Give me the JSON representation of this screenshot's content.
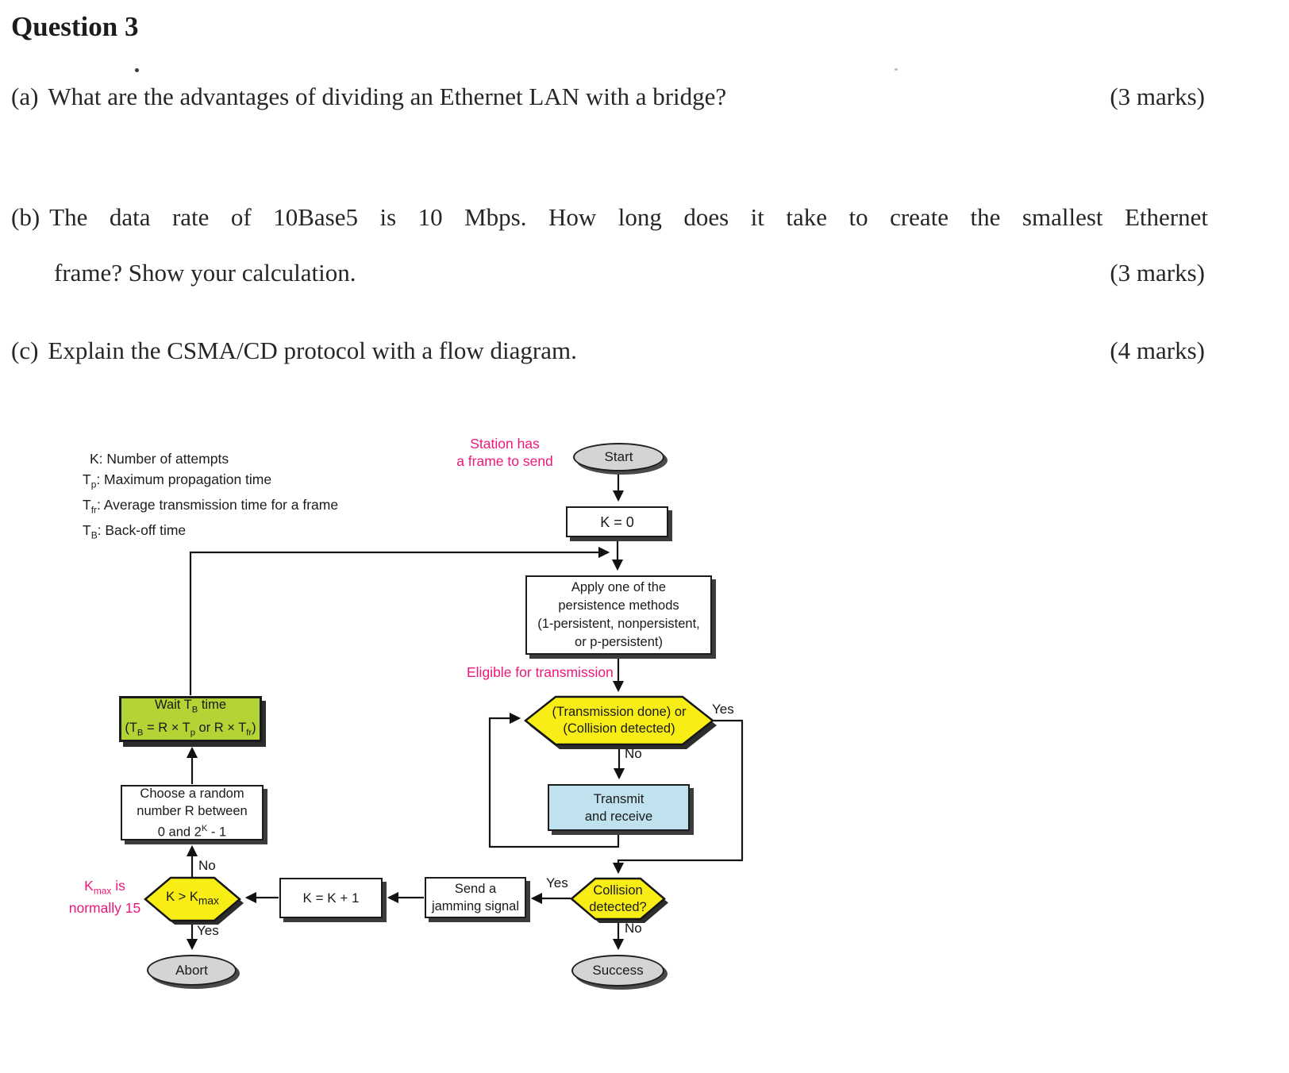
{
  "header": {
    "title": "Question 3"
  },
  "questions": {
    "a": {
      "label": "(a)",
      "text": "What are the advantages of dividing an Ethernet LAN with a bridge?",
      "marks": "(3 marks)"
    },
    "b": {
      "label": "(b)",
      "line1": "The data rate of 10Base5 is 10 Mbps. How long does it take to create the smallest Ethernet",
      "line2": "frame? Show your calculation.",
      "marks": "(3 marks)"
    },
    "c": {
      "label": "(c)",
      "text": "Explain the CSMA/CD protocol with a flow diagram.",
      "marks": "(4 marks)"
    }
  },
  "diagram": {
    "legend": {
      "line1": "K: Number of attempts",
      "line2": [
        [
          "T",
          ""
        ],
        [
          "p",
          "sub"
        ],
        [
          ": Maximum propagation time",
          ""
        ]
      ],
      "line3": [
        [
          "T",
          ""
        ],
        [
          "fr",
          "sub"
        ],
        [
          ": Average transmission time for a frame",
          ""
        ]
      ],
      "line4": [
        [
          "T",
          ""
        ],
        [
          "B",
          "sub"
        ],
        [
          ": Back-off time",
          ""
        ]
      ]
    },
    "annotations": {
      "station_line1": "Station has",
      "station_line2": "a frame to send",
      "eligible": "Eligible for transmission",
      "kmax_line1": [
        [
          "K",
          ""
        ],
        [
          "max",
          "sub"
        ],
        [
          " is",
          ""
        ]
      ],
      "kmax_line2": "normally 15"
    },
    "nodes": {
      "start": "Start",
      "k0": "K = 0",
      "apply_line1": "Apply one of the",
      "apply_line2": "persistence methods",
      "apply_line3": "(1-persistent, nonpersistent,",
      "apply_line4": "or p-persistent)",
      "d1_line1": "(Transmission done) or",
      "d1_line2": "(Collision detected)",
      "transmit_line1": "Transmit",
      "transmit_line2": "and receive",
      "wait_line1": [
        [
          "Wait T",
          ""
        ],
        [
          "B",
          "sub"
        ],
        [
          " time",
          ""
        ]
      ],
      "wait_line2": [
        [
          "(T",
          ""
        ],
        [
          "B",
          "sub"
        ],
        [
          " = R × T",
          ""
        ],
        [
          "p",
          "sub"
        ],
        [
          " or R × T",
          ""
        ],
        [
          "fr",
          "sub"
        ],
        [
          ")",
          ""
        ]
      ],
      "choose_line1": "Choose a random",
      "choose_line2": "number R between",
      "choose_line3": [
        [
          "0 and 2",
          ""
        ],
        [
          "K",
          "sup"
        ],
        [
          " - 1",
          ""
        ]
      ],
      "kmax": [
        [
          "K > K",
          ""
        ],
        [
          "max",
          "sub"
        ]
      ],
      "kinc": "K = K + 1",
      "jam_line1": "Send a",
      "jam_line2": "jamming signal",
      "collision_line1": "Collision",
      "collision_line2": "detected?",
      "abort": "Abort",
      "success": "Success"
    },
    "edge_labels": {
      "d1_yes": "Yes",
      "d1_no": "No",
      "col_yes": "Yes",
      "col_no": "No",
      "kmax_no": "No",
      "kmax_yes": "Yes"
    }
  },
  "colors": {
    "magenta": "#ec1879",
    "node-yellow": "#f8ee15",
    "node-green": "#b4d334",
    "node-blue": "#bfe2ee",
    "node-gray": "#d4d4d6",
    "ink": "#1a1a1a"
  }
}
